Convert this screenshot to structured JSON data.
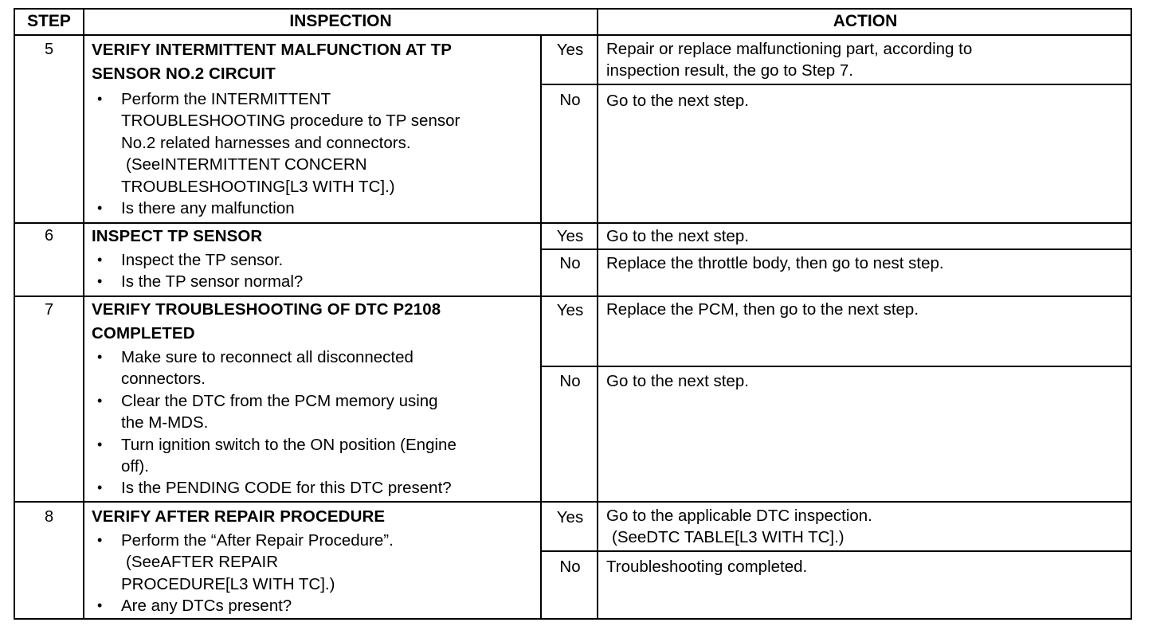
{
  "headers": {
    "step": "STEP",
    "inspection": "INSPECTION",
    "action": "ACTION"
  },
  "rows": [
    {
      "step": "5",
      "title_line1": "VERIFY INTERMITTENT MALFUNCTION AT TP",
      "title_line2": "SENSOR NO.2 CIRCUIT",
      "bullet1_lines": [
        "Perform the INTERMITTENT",
        "TROUBLESHOOTING procedure to TP sensor",
        "No.2 related harnesses and connectors."
      ],
      "see": "(SeeINTERMITTENT CONCERN",
      "see2": "TROUBLESHOOTING[L3 WITH TC].)",
      "bullet2": "Is there any malfunction",
      "yes_label": "Yes",
      "yes_action_line1": "Repair or replace malfunctioning part, according to",
      "yes_action_line2": "inspection result, the go to Step 7.",
      "no_label": "No",
      "no_action": "Go to the next step."
    },
    {
      "step": "6",
      "title": "INSPECT TP SENSOR",
      "bullet1": "Inspect the TP sensor.",
      "bullet2": "Is the TP sensor normal?",
      "yes_label": "Yes",
      "yes_action": "Go to the next step.",
      "no_label": "No",
      "no_action": "Replace the throttle body, then go to nest step."
    },
    {
      "step": "7",
      "title_line1": "VERIFY TROUBLESHOOTING OF DTC P2108",
      "title_line2": "COMPLETED",
      "bullet1_lines": [
        "Make sure to reconnect all disconnected",
        "connectors."
      ],
      "bullet2_lines": [
        "Clear the DTC from the PCM memory using",
        "the M-MDS."
      ],
      "bullet3_lines": [
        "Turn ignition switch to the ON position (Engine",
        "off)."
      ],
      "bullet4": "Is the PENDING CODE for this DTC present?",
      "yes_label": "Yes",
      "yes_action": "Replace the PCM, then go to the next step.",
      "no_label": "No",
      "no_action": "Go to the next step."
    },
    {
      "step": "8",
      "title": "VERIFY AFTER REPAIR PROCEDURE",
      "bullet1": "Perform the “After Repair Procedure”.",
      "see": "(SeeAFTER REPAIR",
      "see2": "PROCEDURE[L3 WITH TC].)",
      "bullet2": "Are any DTCs present?",
      "yes_label": "Yes",
      "yes_action": "Go to the applicable DTC inspection.",
      "yes_see": "(SeeDTC TABLE[L3 WITH TC].)",
      "no_label": "No",
      "no_action": "Troubleshooting completed."
    }
  ]
}
